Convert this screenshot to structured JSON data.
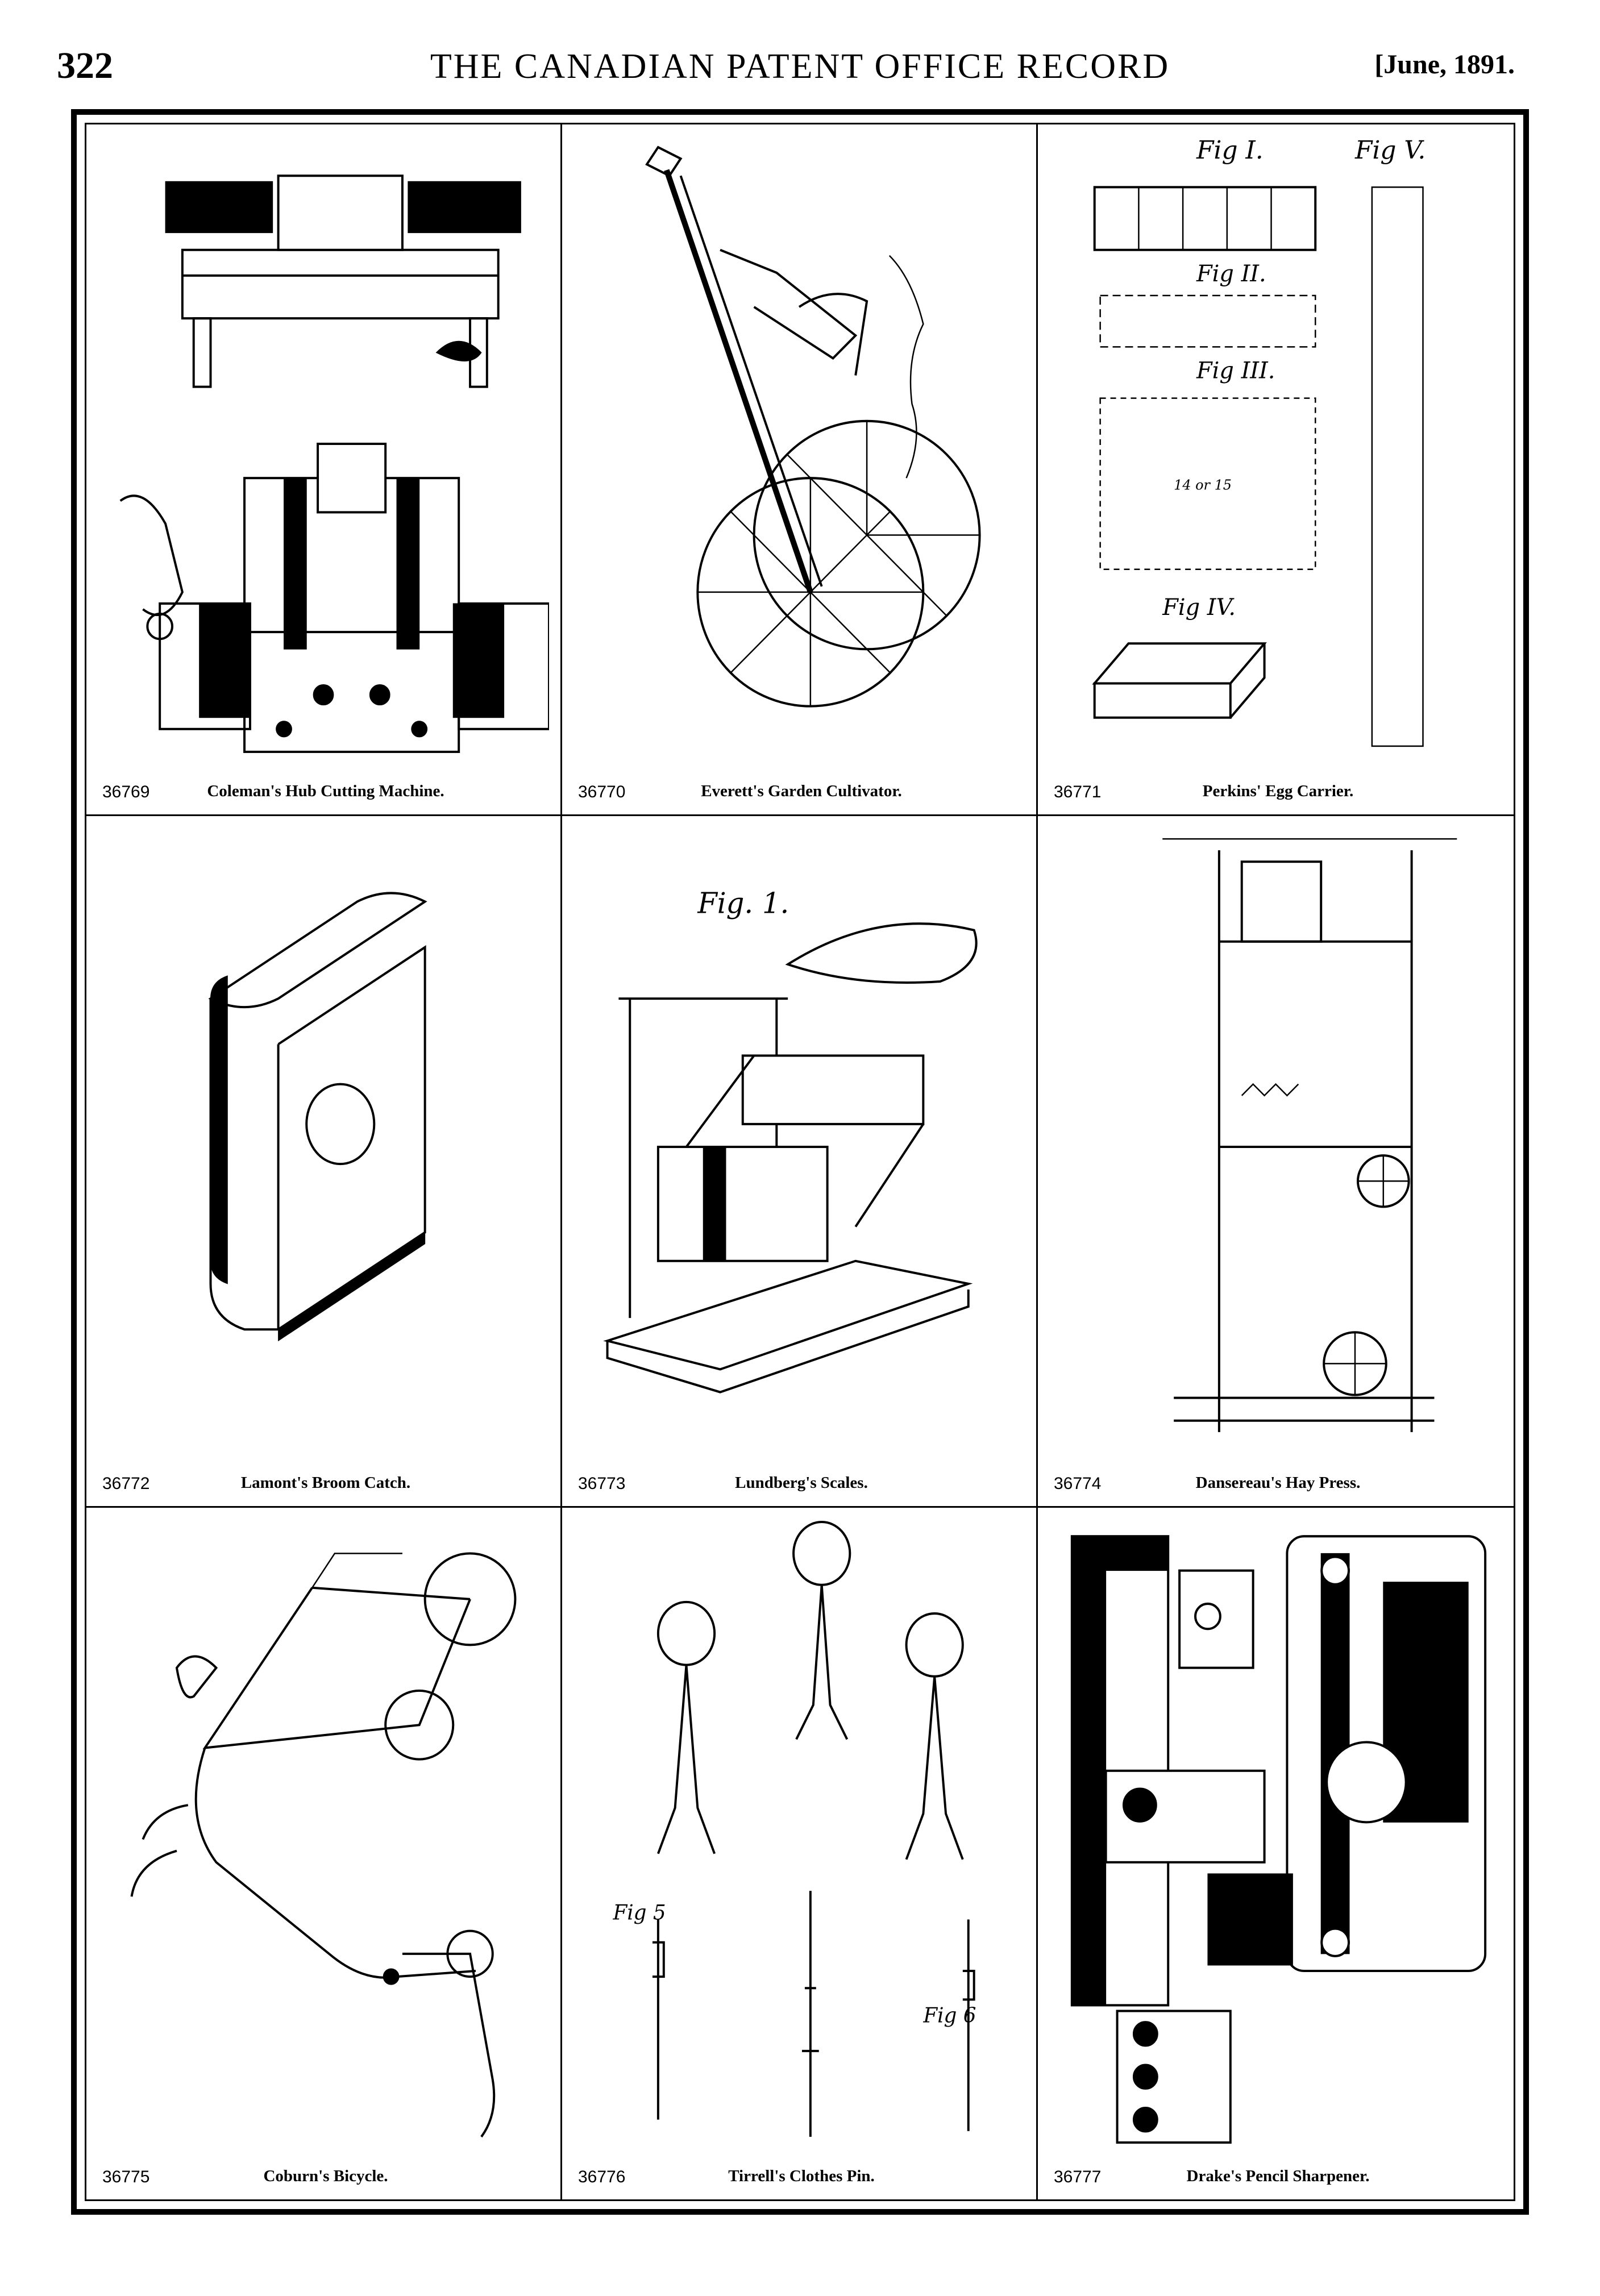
{
  "header": {
    "page_number": "322",
    "journal_title": "THE CANADIAN PATENT OFFICE RECORD",
    "issue_date": "[June, 1891."
  },
  "patents": [
    {
      "number": "36769",
      "title": "Coleman's Hub Cutting Machine.",
      "labels": {}
    },
    {
      "number": "36770",
      "title": "Everett's Garden Cultivator.",
      "labels": {}
    },
    {
      "number": "36771",
      "title": "Perkins' Egg Carrier.",
      "labels": {
        "fig1": "Fig I.",
        "fig2": "Fig II.",
        "fig3": "Fig III.",
        "fig4": "Fig IV.",
        "fig5": "Fig V.",
        "inner": "14 or 15"
      }
    },
    {
      "number": "36772",
      "title": "Lamont's Broom Catch.",
      "labels": {}
    },
    {
      "number": "36773",
      "title": "Lundberg's Scales.",
      "labels": {
        "fig": "Fig. 1."
      }
    },
    {
      "number": "36774",
      "title": "Dansereau's Hay Press.",
      "labels": {}
    },
    {
      "number": "36775",
      "title": "Coburn's Bicycle.",
      "labels": {}
    },
    {
      "number": "36776",
      "title": "Tirrell's Clothes Pin.",
      "labels": {
        "fig5": "Fig 5",
        "fig6": "Fig 6"
      }
    },
    {
      "number": "36777",
      "title": "Drake's Pencil Sharpener.",
      "labels": {}
    }
  ]
}
